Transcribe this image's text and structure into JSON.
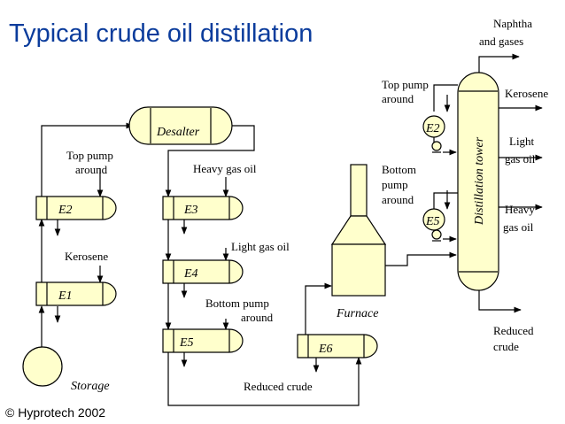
{
  "title": "Typical crude oil distillation",
  "copyright": "© Hyprotech 2002",
  "units": {
    "desalter": "Desalter",
    "e1": "E1",
    "e2": "E2",
    "e3": "E3",
    "e4": "E4",
    "e5": "E5",
    "e6": "E6",
    "furnace": "Furnace",
    "storage": "Storage",
    "tower": "Distillation tower",
    "tower_e2": "E2",
    "tower_e5": "E5"
  },
  "labels": {
    "top_pump_around_1": "Top pump",
    "top_pump_around_2": "around",
    "kerosene": "Kerosene",
    "heavy_gas_oil": "Heavy gas oil",
    "light_gas_oil": "Light gas oil",
    "bottom_pump_around_1": "Bottom pump",
    "bottom_pump_around_2": "around",
    "reduced_crude": "Reduced crude",
    "tower_top_pump_1": "Top pump",
    "tower_top_pump_2": "around",
    "tower_bottom_pump_1": "Bottom",
    "tower_bottom_pump_2": "pump",
    "tower_bottom_pump_3": "around"
  },
  "products": {
    "naphtha_1": "Naphtha",
    "naphtha_2": "and gases",
    "kerosene": "Kerosene",
    "light_gas_oil_1": "Light",
    "light_gas_oil_2": "gas oil",
    "heavy_gas_oil_1": "Heavy",
    "heavy_gas_oil_2": "gas oil",
    "reduced_crude_1": "Reduced",
    "reduced_crude_2": "crude"
  }
}
